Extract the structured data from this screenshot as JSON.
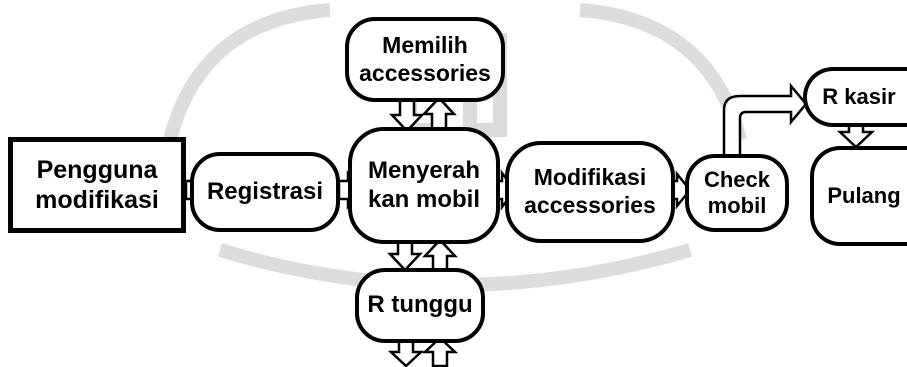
{
  "diagram": {
    "nodes": {
      "pengguna": "Pengguna\nmodifikasi",
      "registrasi": "Registrasi",
      "menyerahkan": "Menyerah\nkan mobil",
      "memilih": "Memilih\naccessories",
      "r_tunggu": "R tunggu",
      "modifikasi": "Modifikasi\naccessories",
      "check": "Check\nmobil",
      "r_kasir": "R kasir",
      "pulang": "Pulang"
    },
    "colors": {
      "stroke": "#000000",
      "fill": "#ffffff",
      "watermark": "#d9d9d9"
    },
    "connectors": [
      {
        "from": "pengguna",
        "to": "registrasi",
        "shape": "arrow-right"
      },
      {
        "from": "registrasi",
        "to": "menyerahkan",
        "shape": "arrow-right"
      },
      {
        "from": "menyerahkan",
        "to": "modifikasi",
        "shape": "arrow-right"
      },
      {
        "from": "modifikasi",
        "to": "check",
        "shape": "arrow-right"
      },
      {
        "from": "check",
        "to": "r_kasir",
        "shape": "bent-arrow-up-right"
      },
      {
        "from": "r_kasir",
        "to": "pulang",
        "shape": "arrow-down"
      },
      {
        "from": "memilih",
        "to": "menyerahkan",
        "shape": "arrow-down"
      },
      {
        "from": "menyerahkan",
        "to": "memilih",
        "shape": "arrow-up"
      },
      {
        "from": "menyerahkan",
        "to": "r_tunggu",
        "shape": "arrow-down"
      },
      {
        "from": "r_tunggu",
        "to": "menyerahkan",
        "shape": "arrow-up"
      }
    ]
  }
}
